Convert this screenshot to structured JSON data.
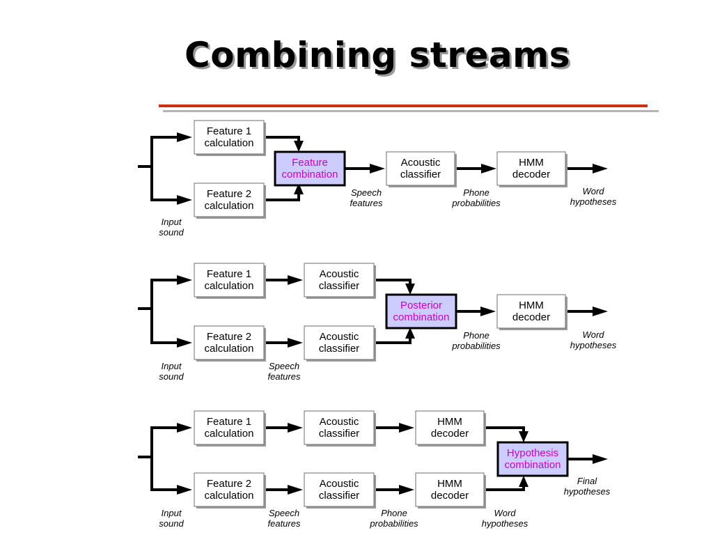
{
  "title": "Combining streams",
  "colors": {
    "title_rule": "#c8320f",
    "highlight_fill": "#ccccff",
    "highlight_text": "#cc00cc"
  },
  "labels": {
    "feature1": [
      "Feature 1",
      "calculation"
    ],
    "feature2": [
      "Feature 2",
      "calculation"
    ],
    "feature_combination": [
      "Feature",
      "combination"
    ],
    "acoustic_classifier": [
      "Acoustic",
      "classifier"
    ],
    "hmm_decoder": [
      "HMM",
      "decoder"
    ],
    "posterior_combination": [
      "Posterior",
      "combination"
    ],
    "hypothesis_combination": [
      "Hypothesis",
      "combination"
    ],
    "input_sound": [
      "Input",
      "sound"
    ],
    "speech_features": [
      "Speech",
      "features"
    ],
    "phone_probabilities": [
      "Phone",
      "probabilities"
    ],
    "word_hypotheses": [
      "Word",
      "hypotheses"
    ],
    "final_hypotheses": [
      "Final",
      "hypotheses"
    ]
  }
}
